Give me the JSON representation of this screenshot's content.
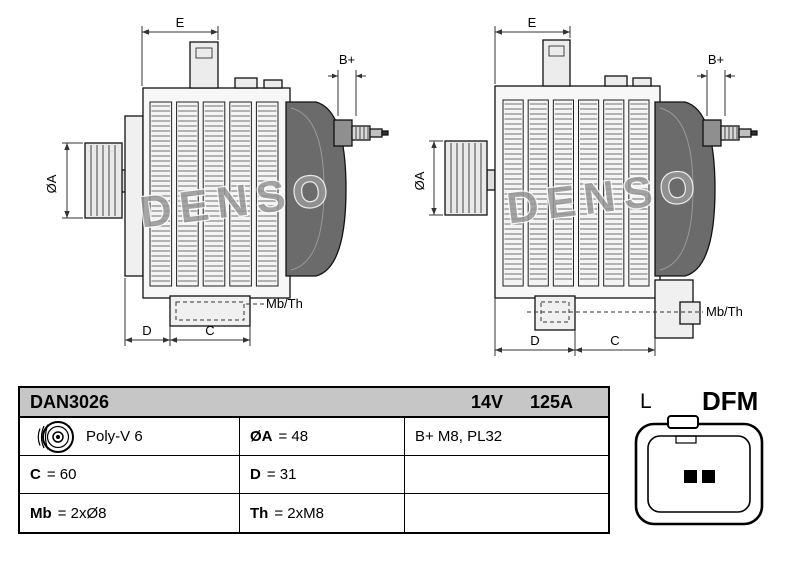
{
  "watermark": "DENSO",
  "dims": {
    "e": "E",
    "bplus": "B+",
    "da": "ØA",
    "mbth": "Mb/Th",
    "d": "D",
    "c": "C"
  },
  "table": {
    "part_number": "DAN3026",
    "voltage": "14V",
    "amperage": "125A",
    "cells": {
      "pulley": {
        "label": "",
        "value": "Poly-V 6"
      },
      "da": {
        "label": "ØA",
        "value": "= 48"
      },
      "terminal": {
        "label": "",
        "value": "B+ M8, PL32"
      },
      "c": {
        "label": "C",
        "value": "= 60"
      },
      "d": {
        "label": "D",
        "value": "= 31"
      },
      "mb": {
        "label": "Mb",
        "value": "= 2xØ8"
      },
      "th": {
        "label": "Th",
        "value": "= 2xM8"
      }
    }
  },
  "connector": {
    "pin_l": "L",
    "pin_dfm": "DFM"
  },
  "colors": {
    "header_bg": "#c6c6c6",
    "rear_cover": "#6b6b6b",
    "watermark": "#979797"
  }
}
